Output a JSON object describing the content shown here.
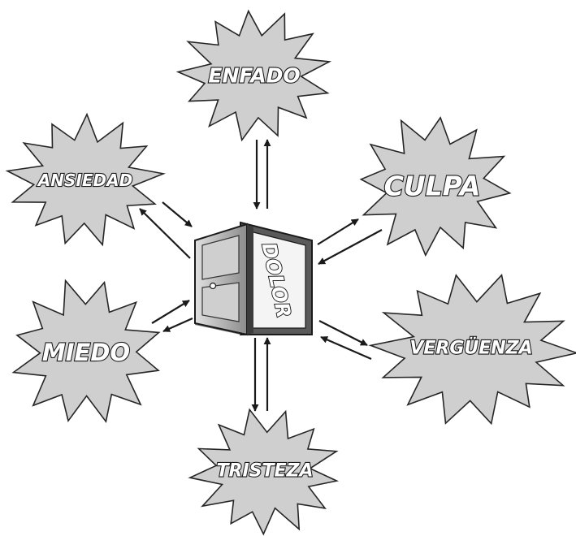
{
  "center": {
    "label": "DOLOR",
    "icon": "open-door-icon"
  },
  "emotions": [
    {
      "id": "enfado",
      "label": "ENFADO"
    },
    {
      "id": "culpa",
      "label": "CULPA"
    },
    {
      "id": "verguenza",
      "label": "VERGÜENZA"
    },
    {
      "id": "tristeza",
      "label": "TRISTEZA"
    },
    {
      "id": "miedo",
      "label": "MIEDO"
    },
    {
      "id": "ansiedad",
      "label": "ANSIEDAD"
    }
  ],
  "colors": {
    "burst_fill": "#cfcfcf",
    "outline": "#262626",
    "door_frame": "#555555",
    "door_panel": "#b8b8b8"
  }
}
